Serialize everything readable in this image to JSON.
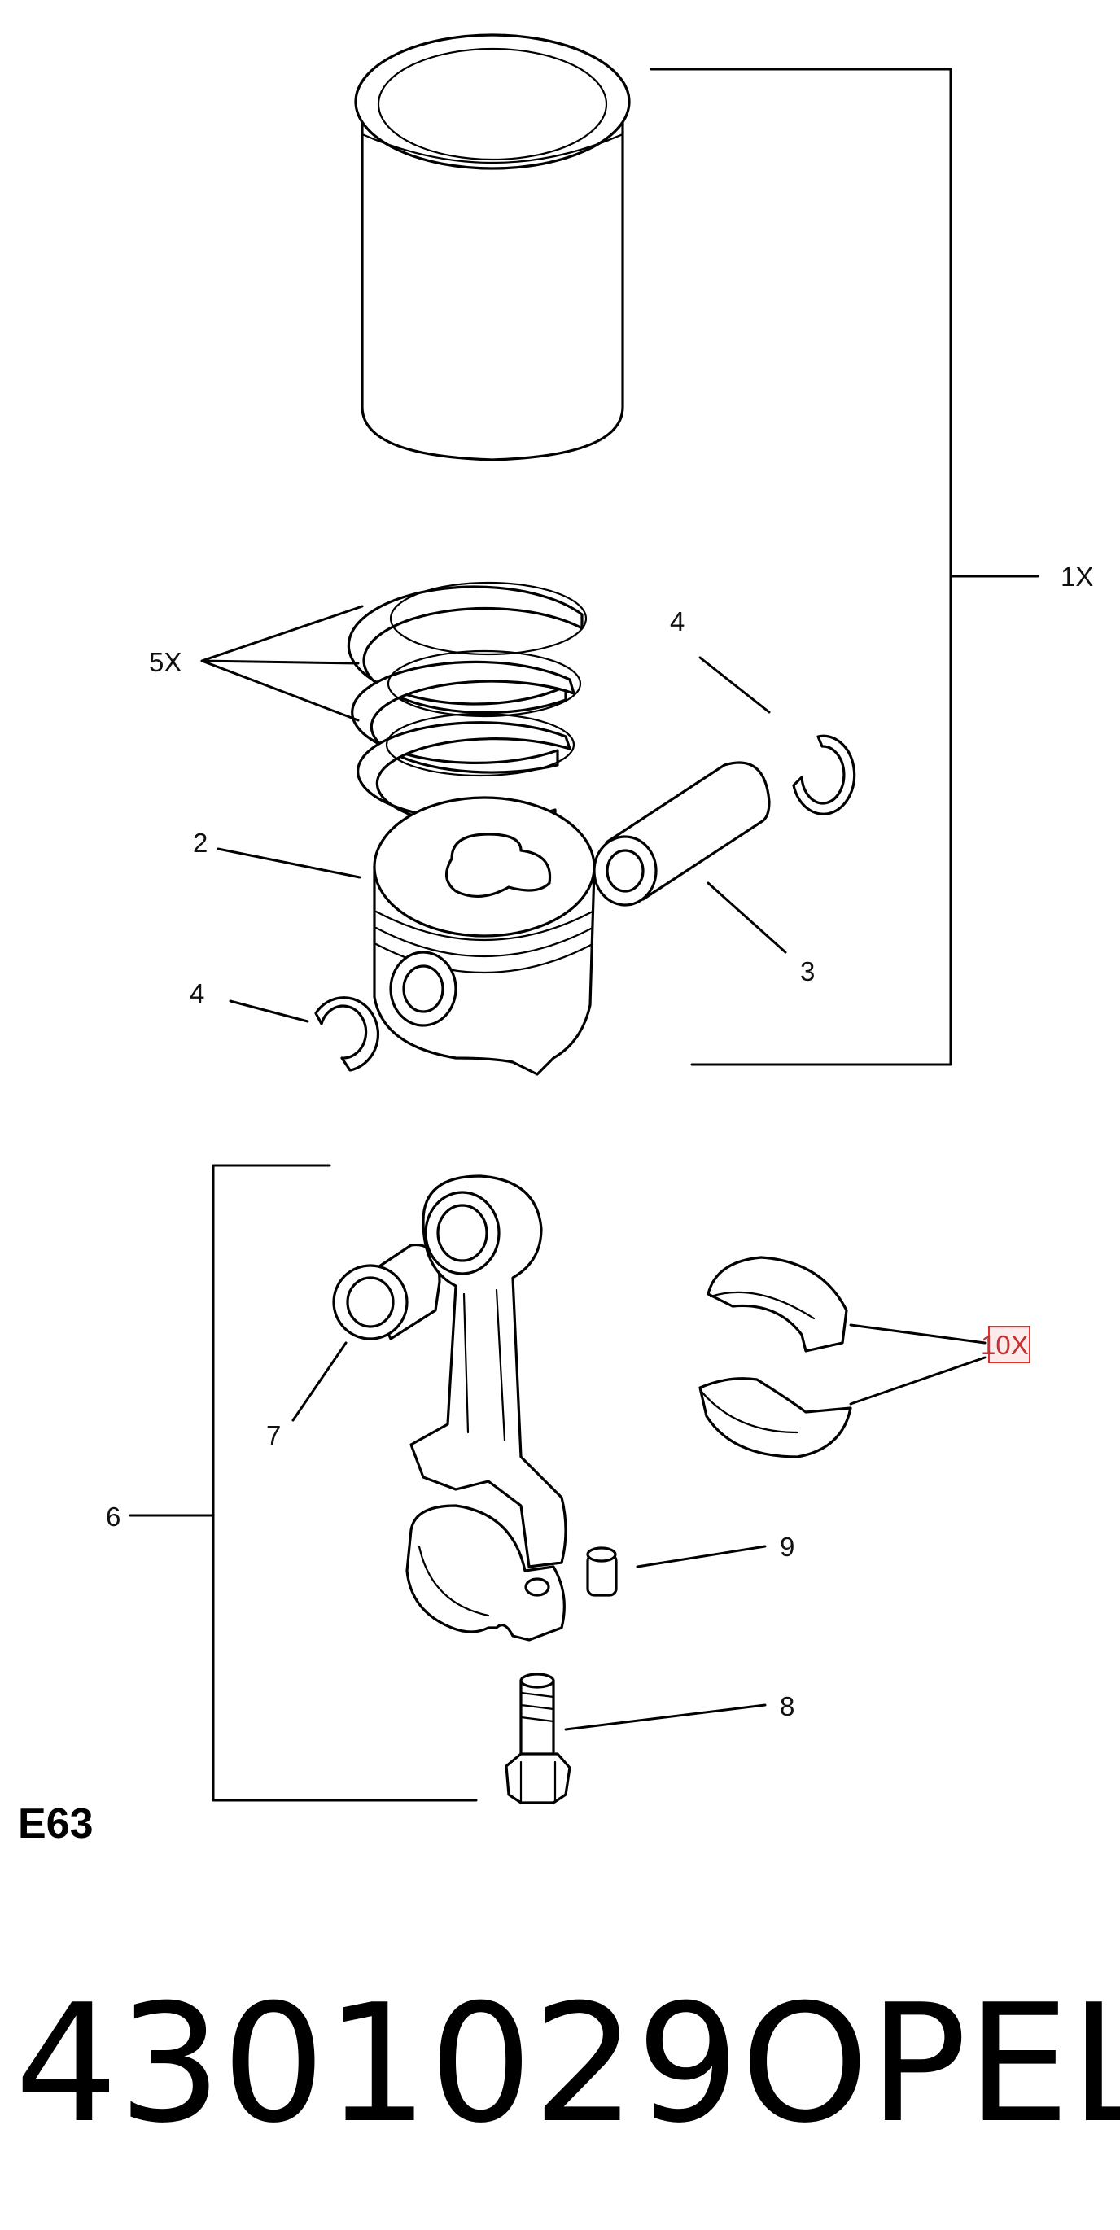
{
  "labels": {
    "qty_assembly": "1X",
    "qty_rings": "5X",
    "callout_4_top": "4",
    "callout_4_bottom": "4",
    "callout_2": "2",
    "callout_3": "3",
    "callout_6": "6",
    "callout_7": "7",
    "callout_8": "8",
    "callout_9": "9",
    "qty_bearings": "10X"
  },
  "page_code": "E63",
  "part_number": "4301029",
  "brand": "OPEL",
  "highlight_color": "#e03030"
}
